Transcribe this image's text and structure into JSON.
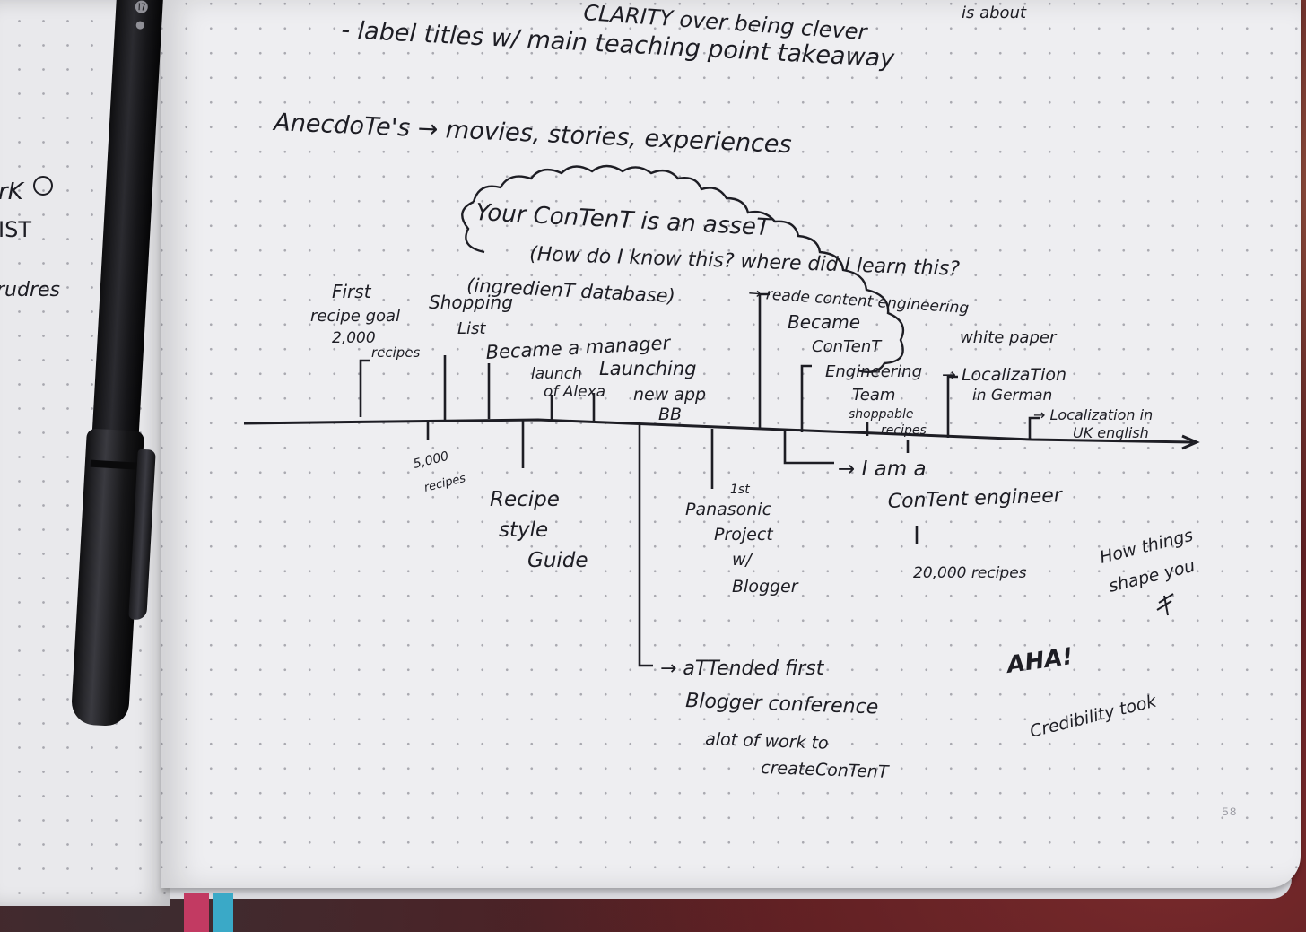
{
  "left_page": {
    "fragments": [
      "rK",
      "IST",
      "rudres"
    ]
  },
  "pen": {
    "imprint": "⓱●"
  },
  "notes_top": {
    "line0_partial": "CLARITY over being clever",
    "line0_right": "is about",
    "line1": "- label titles w/ main teaching point takeaway",
    "anecdotes": "AnecdoTe's → movies, stories, experiences"
  },
  "cloud": {
    "line1": "Your ConTenT is an asseT",
    "line2": "(How do I know this? where did I learn this?"
  },
  "timeline_above": {
    "first_recipe_goal": [
      "First",
      "recipe goal",
      "2,000",
      "recipes"
    ],
    "shopping_list": [
      "Shopping",
      "List"
    ],
    "ingredient_db": "(ingredienT database)",
    "became_manager": "Became a manager",
    "launch_alexa": [
      "launch",
      "of Alexa"
    ],
    "launching_app": [
      "Launching",
      "new app",
      "BB"
    ],
    "read_paper": "→ reade content engineering",
    "white_paper": "white paper",
    "became_ce_team": [
      "Became",
      "ConTenT",
      "Engineering",
      "Team"
    ],
    "shoppable": [
      "shoppable",
      "recipes"
    ],
    "localization_german": [
      "→ LocalizaTion",
      "in German"
    ],
    "localization_uk": [
      "→ Localization in",
      "UK english"
    ]
  },
  "timeline_below": {
    "five_thousand": [
      "5,000",
      "recipes"
    ],
    "recipe_style": [
      "Recipe",
      "style",
      "Guide"
    ],
    "panasonic": [
      "1st",
      "Panasonic",
      "Project",
      "w/",
      "Blogger"
    ],
    "i_am": [
      "→ I am a",
      "ConTent engineer"
    ],
    "twenty_thousand": "20,000 recipes",
    "how_things": [
      "How things",
      "shape you"
    ],
    "attended": [
      "→ aTTended first",
      "Blogger conference",
      "alot of work to",
      "createConTenT"
    ],
    "aha": "AHA!",
    "credibility": "Credibility took"
  },
  "page_number": "58"
}
